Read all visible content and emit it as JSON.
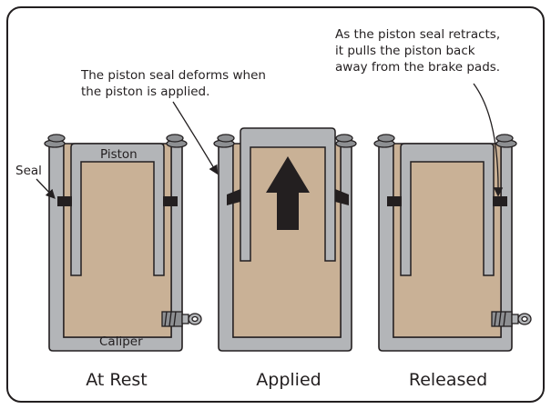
{
  "annotations": {
    "seal": "Seal",
    "piston": "Piston",
    "caliper": "Caliper",
    "deform_line1": "The piston seal deforms when",
    "deform_line2": "the piston is applied.",
    "retract_line1": "As the piston seal retracts,",
    "retract_line2": "it pulls the piston back",
    "retract_line3": "away from the brake pads."
  },
  "captions": {
    "rest": "At Rest",
    "applied": "Applied",
    "released": "Released"
  },
  "colors": {
    "fluid": "#c9b196",
    "metal": "#b3b5b8",
    "outline": "#231f20",
    "seal": "#231f20",
    "background": "#ffffff"
  }
}
